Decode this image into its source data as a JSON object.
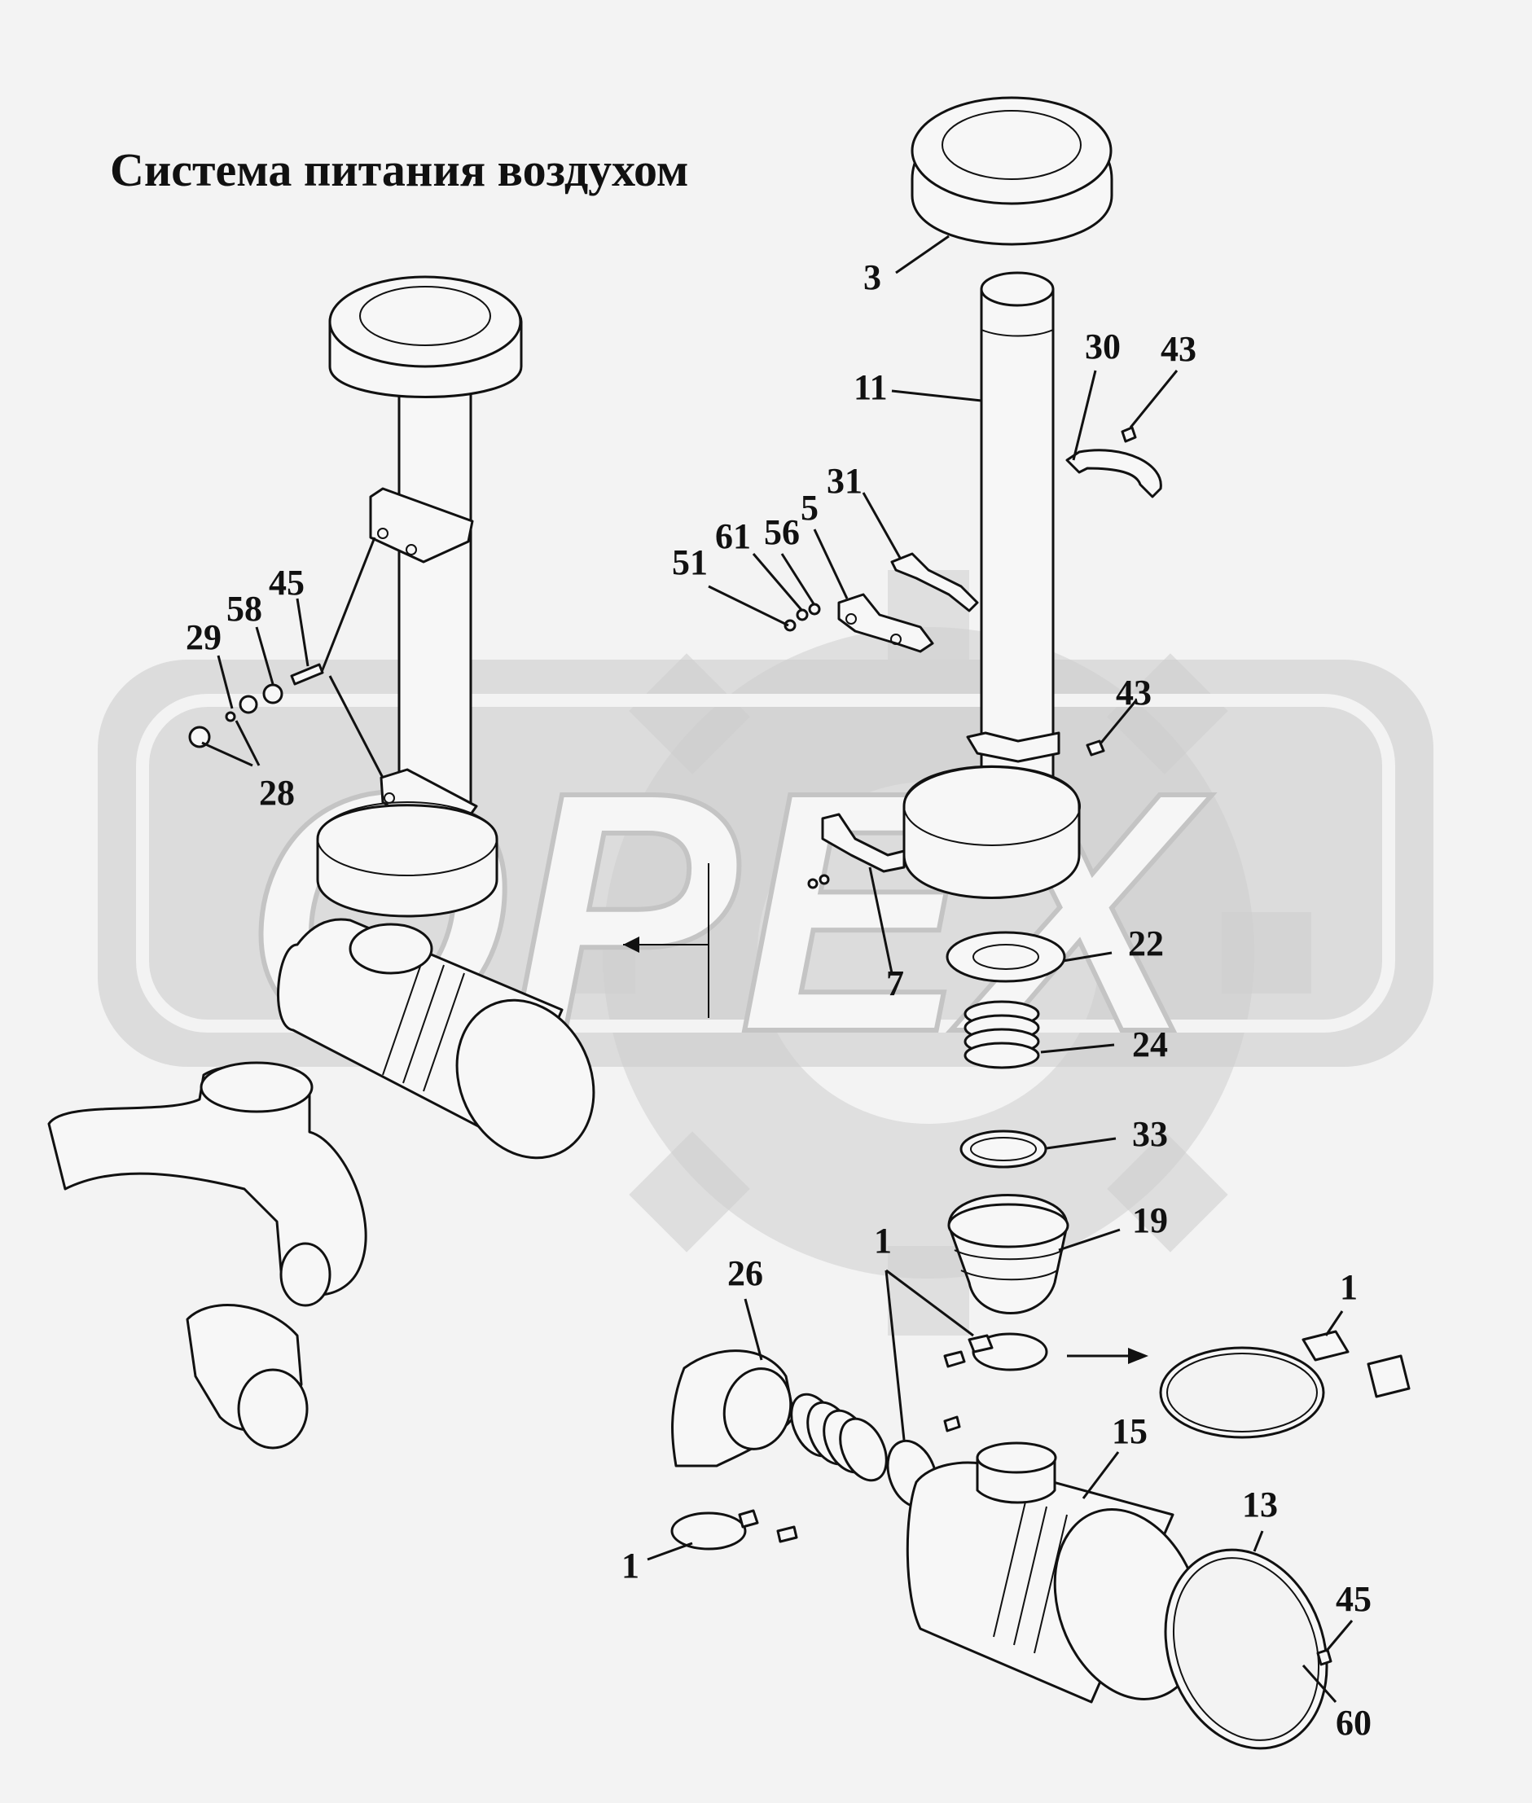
{
  "title": "Система питания воздухом",
  "watermark": "OPEX",
  "part_labels": [
    {
      "id": "3",
      "text": "3"
    },
    {
      "id": "11",
      "text": "11"
    },
    {
      "id": "30",
      "text": "30"
    },
    {
      "id": "43a",
      "text": "43"
    },
    {
      "id": "31",
      "text": "31"
    },
    {
      "id": "5",
      "text": "5"
    },
    {
      "id": "56",
      "text": "56"
    },
    {
      "id": "61",
      "text": "61"
    },
    {
      "id": "51",
      "text": "51"
    },
    {
      "id": "45a",
      "text": "45"
    },
    {
      "id": "58",
      "text": "58"
    },
    {
      "id": "29",
      "text": "29"
    },
    {
      "id": "28",
      "text": "28"
    },
    {
      "id": "43b",
      "text": "43"
    },
    {
      "id": "7",
      "text": "7"
    },
    {
      "id": "22",
      "text": "22"
    },
    {
      "id": "24",
      "text": "24"
    },
    {
      "id": "33",
      "text": "33"
    },
    {
      "id": "19",
      "text": "19"
    },
    {
      "id": "1a",
      "text": "1"
    },
    {
      "id": "26",
      "text": "26"
    },
    {
      "id": "1b",
      "text": "1"
    },
    {
      "id": "15",
      "text": "15"
    },
    {
      "id": "13",
      "text": "13"
    },
    {
      "id": "1c",
      "text": "1"
    },
    {
      "id": "45b",
      "text": "45"
    },
    {
      "id": "60",
      "text": "60"
    }
  ],
  "colors": {
    "ink": "#111111",
    "watermark": "#cdcdcd",
    "background": "#f3f3f3"
  }
}
